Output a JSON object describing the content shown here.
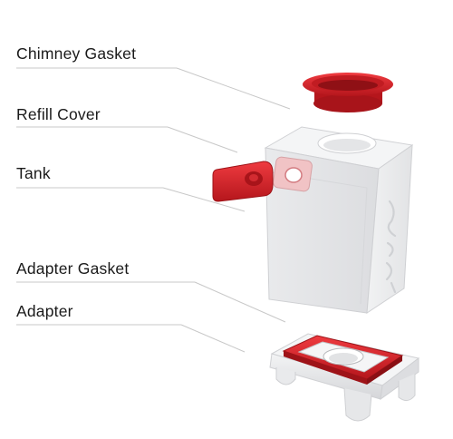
{
  "labels": [
    {
      "text": "Chimney Gasket"
    },
    {
      "text": "Refill Cover"
    },
    {
      "text": "Tank"
    },
    {
      "text": "Adapter Gasket"
    },
    {
      "text": "Adapter"
    }
  ],
  "colors": {
    "gasket_red": "#d9232a",
    "gasket_dark_red": "#9e1318",
    "tank_body": "#e6e7e9",
    "leader_line": "#c8c8c8",
    "text": "#1a1a1a"
  },
  "icons": {
    "tank_emboss": "logo-emboss-icon"
  }
}
